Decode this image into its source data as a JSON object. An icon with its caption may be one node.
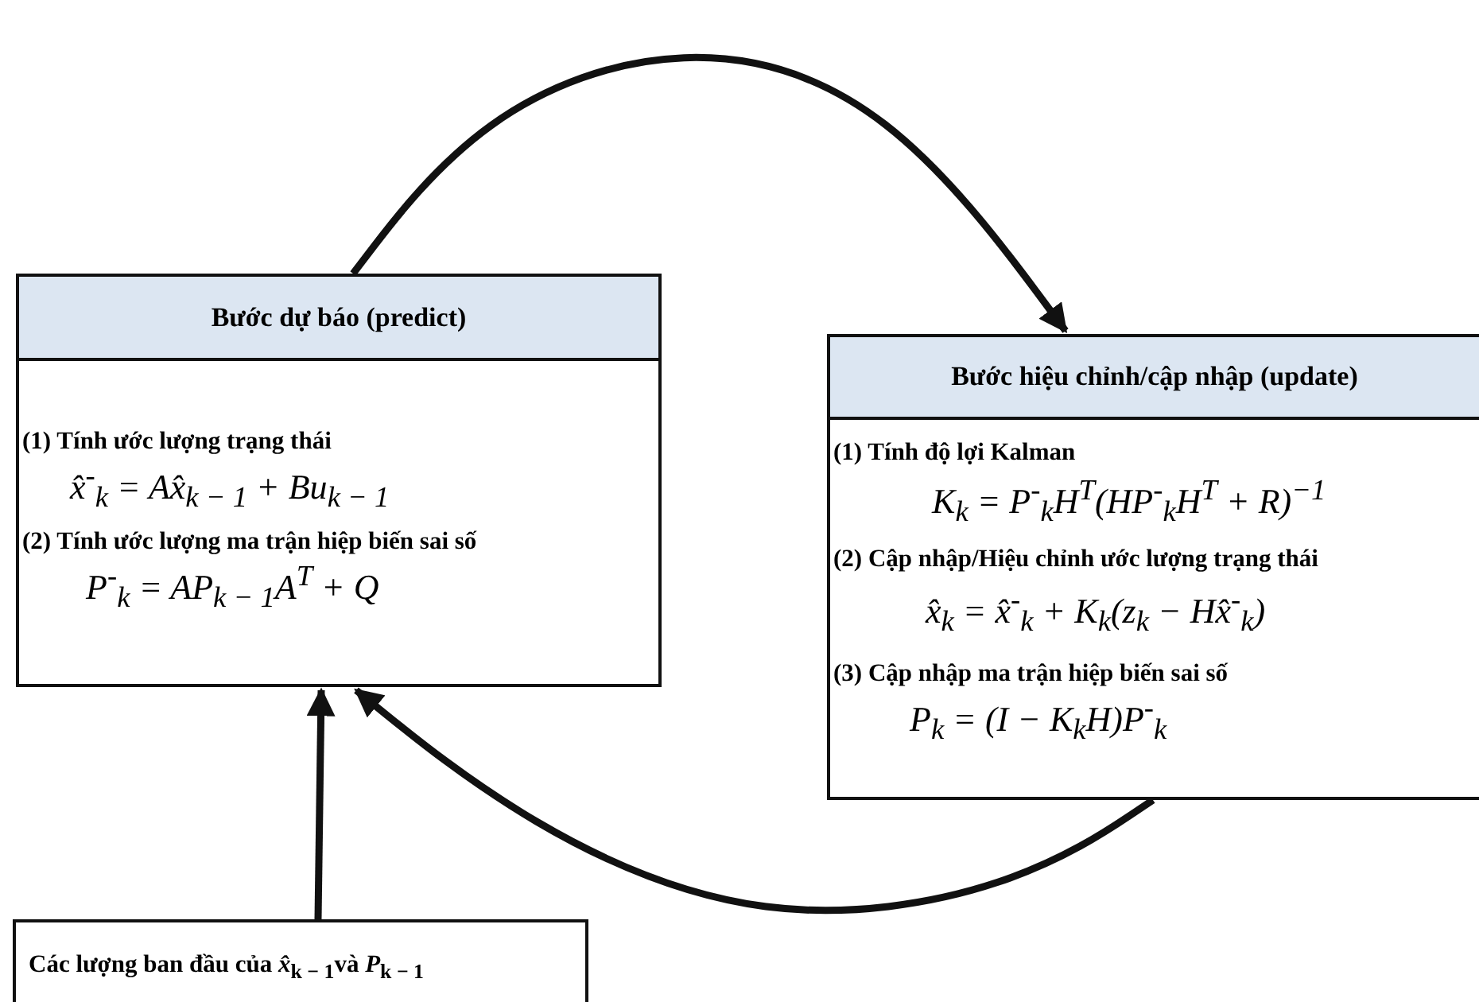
{
  "diagram": {
    "nodes": [
      {
        "text": [
          "Bước dự báo (predict)",
          "(1) Tính ước lượng trạng thái",
          "x̂$^{-}$$_{k}$ = Ax̂$_{k − 1}$ + Bu$_{k − 1}$",
          "(2) Tính ước lượng ma trận hiệp biến sai số",
          "P$^{-}$$_{k}$ = AP$_{k − 1}$A$^{T}$ + Q"
        ]
      },
      {
        "text": [
          "Bước hiệu chỉnh/cập nhập (update)",
          "(1) Tính độ lợi Kalman",
          "K$_{k}$ = P$^{-}$$_{k}$H$^{T}$(HP$^{-}$$_{k}$H$^{T}$ + R)$^{−1}$",
          "(2) Cập nhập/Hiệu chỉnh ước lượng trạng thái",
          "x̂$_{k}$ = x̂$^{-}$$_{k}$ + K$_{k}$(z$_{k}$ − Hx̂$^{-}$$_{k}$)",
          "(3) Cập nhập ma trận hiệp biến sai số",
          "P$_{k}$ = (I − K$_{k}$H)P$^{-}$$_{k}$"
        ]
      },
      {
        "text": [
          "Các lượng ban đầu của *x̂*$_{k − 1}$và *P*$_{k − 1}$"
        ]
      }
    ],
    "edges": [
      {
        "from": 0,
        "to": 1,
        "arrow": "to"
      },
      {
        "from": 1,
        "to": 0,
        "arrow": "to"
      },
      {
        "from": 2,
        "to": 0,
        "arrow": "to"
      }
    ]
  }
}
